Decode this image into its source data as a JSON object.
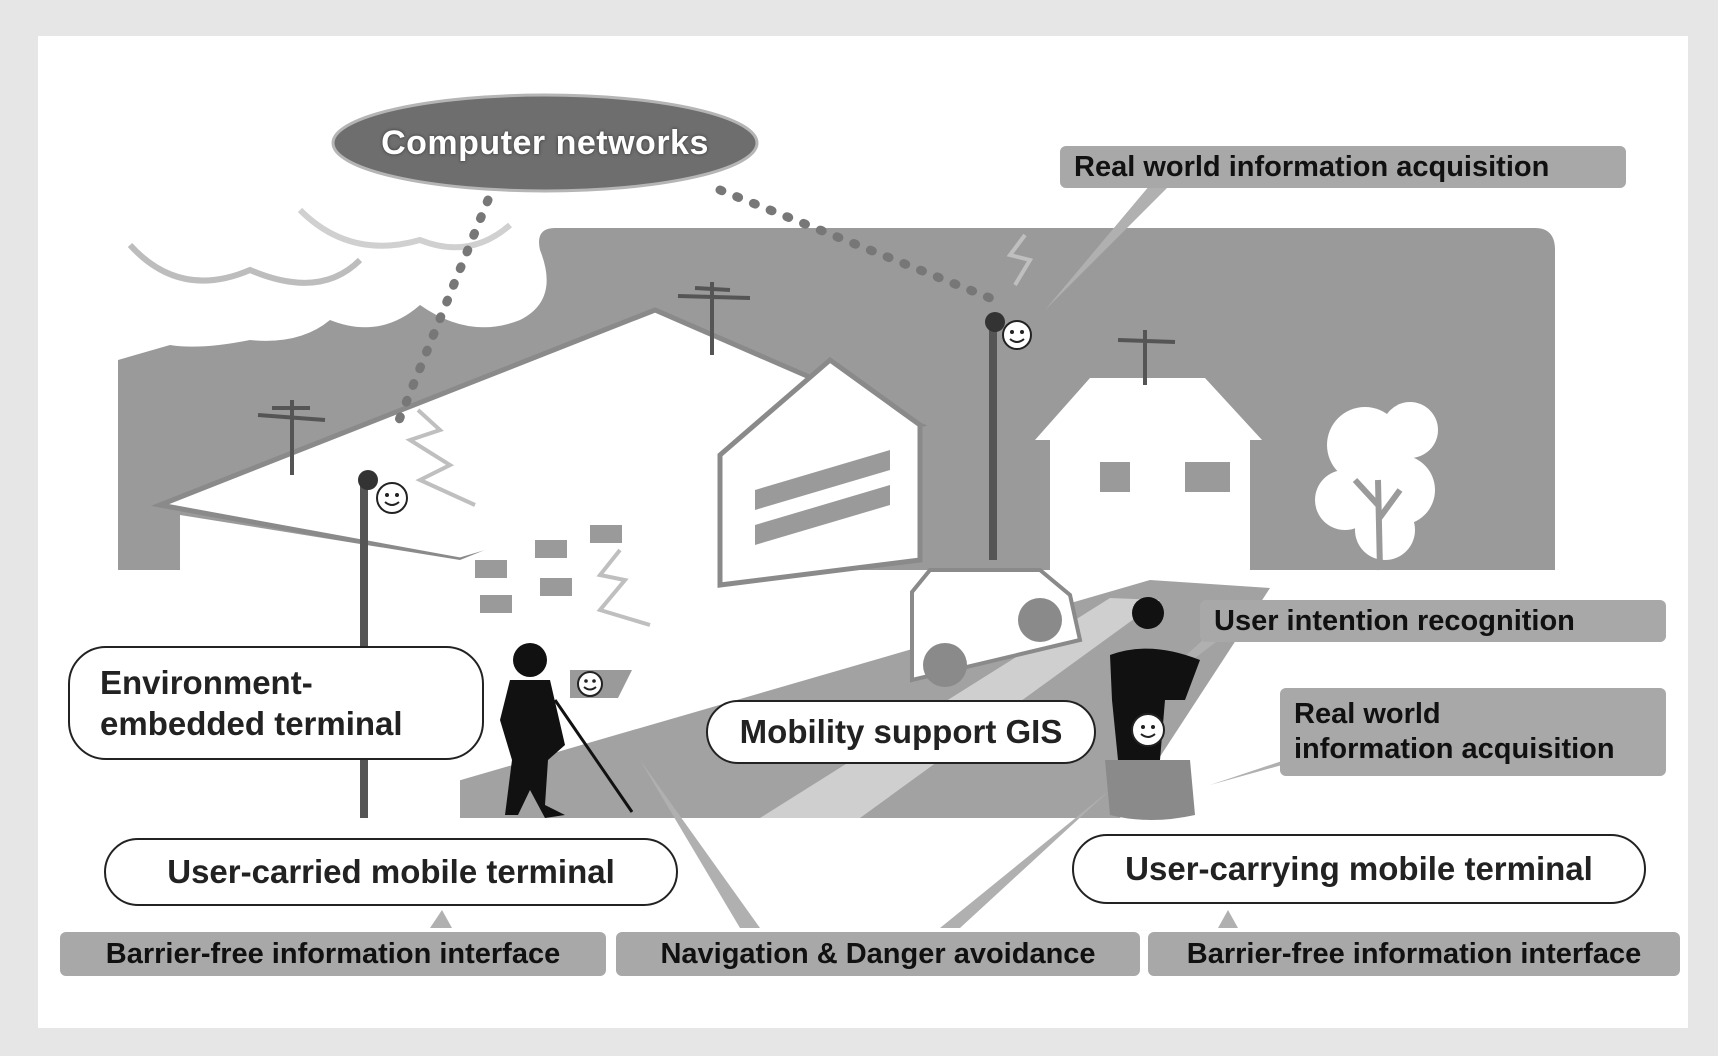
{
  "diagram": {
    "network_label": "Computer networks",
    "labels": {
      "real_world_top": "Real world information acquisition",
      "user_intention": "User intention recognition",
      "real_world_right_line1": "Real world",
      "real_world_right_line2": "information acquisition",
      "env_terminal_line1": "Environment-",
      "env_terminal_line2": "embedded terminal",
      "mobility_gis": "Mobility support GIS",
      "user_carried": "User-carried mobile terminal",
      "user_carrying": "User-carrying mobile terminal",
      "barrier_free_left": "Barrier-free information interface",
      "navigation": "Navigation & Danger avoidance",
      "barrier_free_right": "Barrier-free information interface"
    },
    "colors": {
      "background_grey": "#9a9a9a",
      "label_grey": "#a8a8a8",
      "network_oval": "#6e6e6e",
      "figures": "#111111"
    }
  }
}
